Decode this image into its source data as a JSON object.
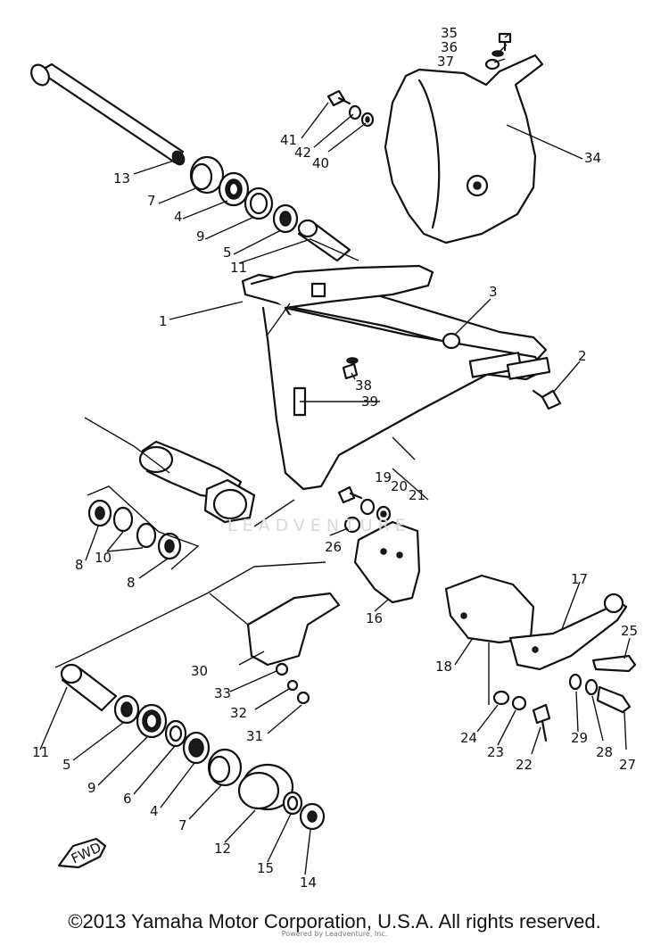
{
  "diagram": {
    "callouts": {
      "p1": "1",
      "p2": "2",
      "p3": "3",
      "p4a": "4",
      "p4b": "4",
      "p5a": "5",
      "p5b": "5",
      "p6": "6",
      "p7a": "7",
      "p7b": "7",
      "p8a": "8",
      "p8b": "8",
      "p9a": "9",
      "p9b": "9",
      "p10": "10",
      "p11a": "11",
      "p11b": "11",
      "p12": "12",
      "p13": "13",
      "p14": "14",
      "p15": "15",
      "p16": "16",
      "p17": "17",
      "p18": "18",
      "p19": "19",
      "p20": "20",
      "p21": "21",
      "p22": "22",
      "p23": "23",
      "p24": "24",
      "p25": "25",
      "p26": "26",
      "p27": "27",
      "p28": "28",
      "p29": "29",
      "p30": "30",
      "p31": "31",
      "p32": "32",
      "p33": "33",
      "p34": "34",
      "p35": "35",
      "p36": "36",
      "p37": "37",
      "p38": "38",
      "p39": "39",
      "p40": "40",
      "p41": "41",
      "p42": "42"
    },
    "fwd_label": "FWD",
    "watermark": "LEADVENTURE",
    "micro_text": "Powered by Leadventure, Inc."
  },
  "footer": {
    "copyright": "©2013 Yamaha Motor Corporation, U.S.A. All rights reserved."
  }
}
